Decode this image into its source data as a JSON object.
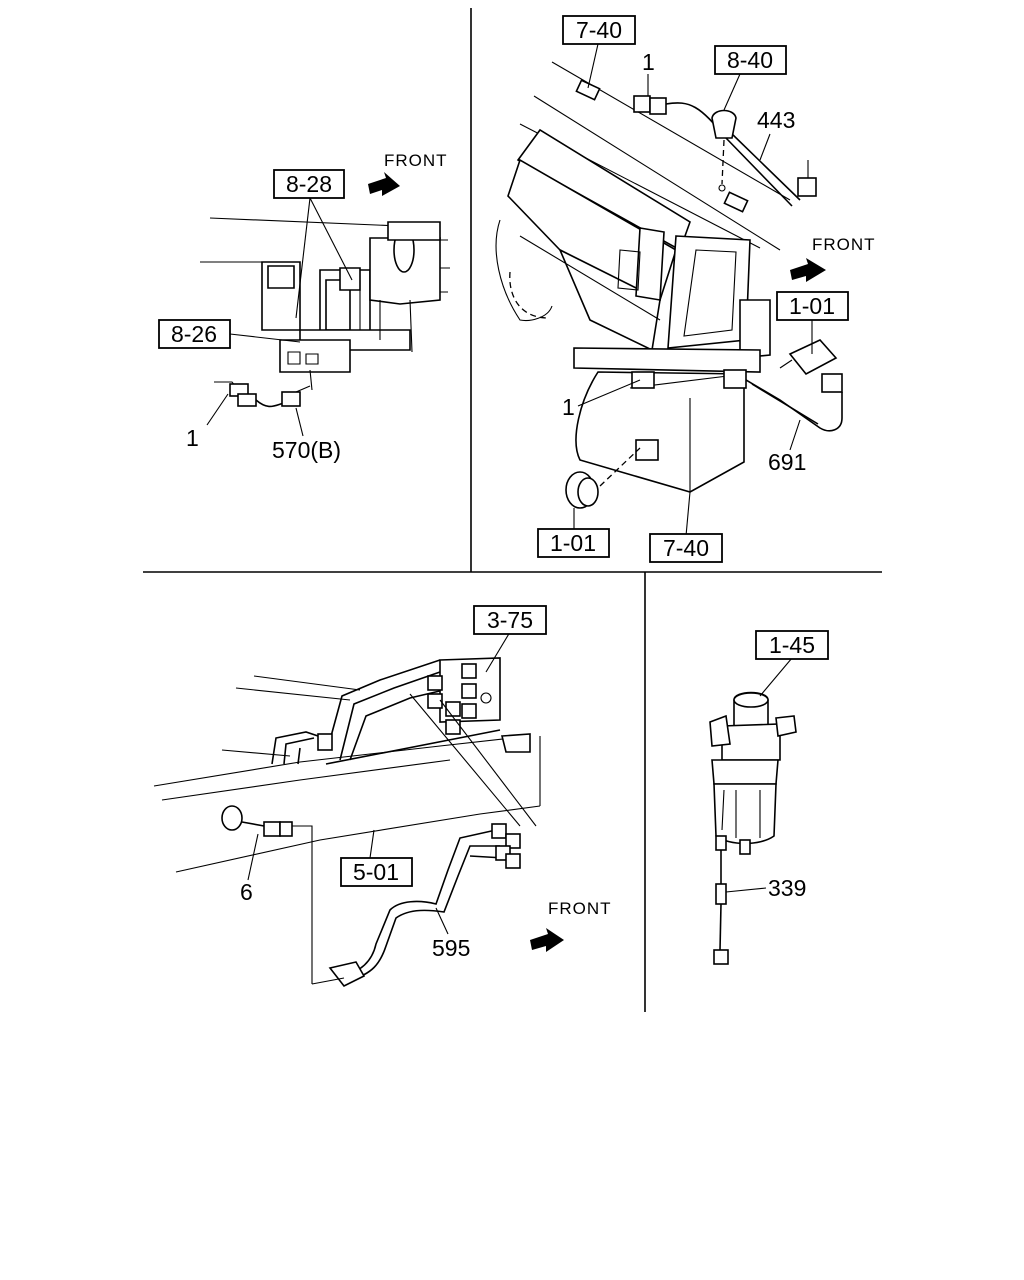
{
  "panels": {
    "top_left": {
      "refs": [
        "8-28",
        "8-26"
      ],
      "parts": [
        "1",
        "570(B)"
      ],
      "front": "FRONT"
    },
    "top_right": {
      "refs": [
        "7-40",
        "8-40",
        "1-01",
        "1-01",
        "7-40"
      ],
      "parts": [
        "1",
        "443",
        "1",
        "691"
      ],
      "front": "FRONT"
    },
    "bottom_left": {
      "refs": [
        "3-75",
        "5-01"
      ],
      "parts": [
        "6",
        "595"
      ],
      "front": "FRONT"
    },
    "bottom_right": {
      "refs": [
        "1-45"
      ],
      "parts": [
        "339"
      ]
    }
  }
}
